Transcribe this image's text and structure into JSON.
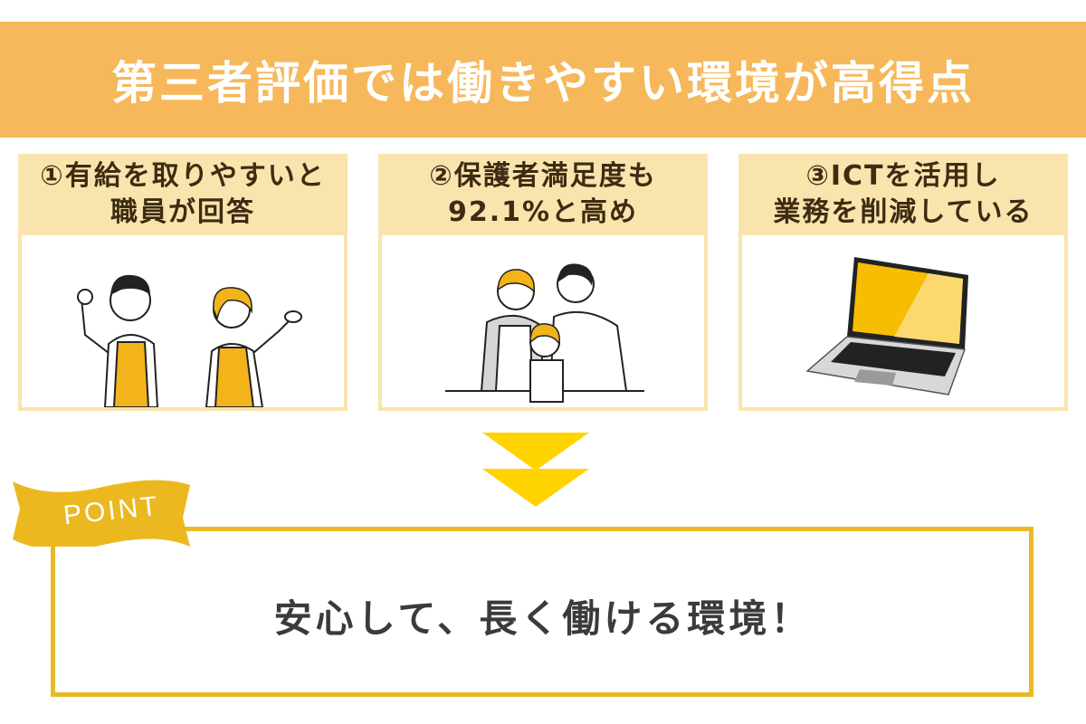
{
  "header": {
    "title": "第三者評価では働きやすい環境が高得点",
    "background_color": "#f6b85a"
  },
  "cards": [
    {
      "number": "①",
      "line1": "①有給を取りやすいと",
      "line2": "職員が回答",
      "illustration": "two-staff-in-aprons-illustration"
    },
    {
      "number": "②",
      "line1": "②保護者満足度も",
      "line2": "92.1%と高め",
      "illustration": "family-reading-illustration"
    },
    {
      "number": "③",
      "line1": "③ICTを活用し",
      "line2": "業務を削減している",
      "illustration": "laptop-illustration"
    }
  ],
  "arrow": {
    "icon": "double-chevron-down-icon",
    "color": "#ffd300"
  },
  "point": {
    "label": "POINT",
    "text_plain": "安心して、",
    "text_highlight": "長く働ける環境！",
    "border_color": "#e9b927",
    "highlight_color": "#ffd300"
  }
}
